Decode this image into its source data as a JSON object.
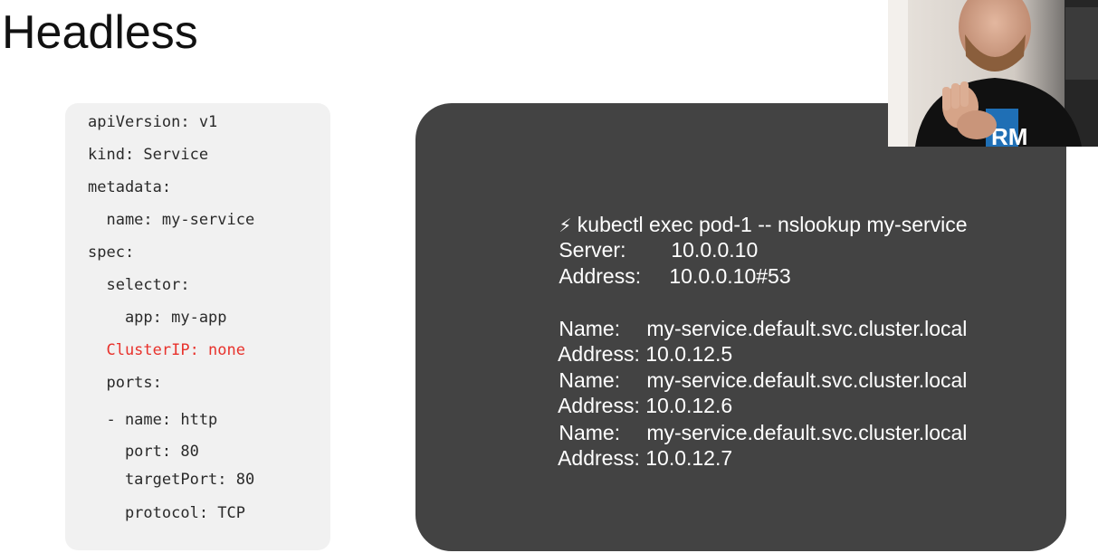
{
  "slide": {
    "title": "Headless"
  },
  "yaml": {
    "lines": [
      "apiVersion: v1",
      "kind: Service",
      "metadata:",
      "  name: my-service",
      "spec:",
      "  selector:",
      "    app: my-app",
      "  ClusterIP: none",
      "  ports:",
      "  - name: http",
      "    port: 80",
      "    targetPort: 80",
      "    protocol: TCP"
    ]
  },
  "terminal": {
    "prompt_symbol": "⚡",
    "command": " kubectl exec pod-1 -- nslookup my-service",
    "server_label": "Server:",
    "server_value": "10.0.0.10",
    "address_label": "Address:",
    "address_value": "10.0.0.10#53",
    "records": [
      {
        "name_label": "Name:",
        "name_value": "my-service.default.svc.cluster.local",
        "address_label": "Address:",
        "address_value": "10.0.12.5"
      },
      {
        "name_label": "Name:",
        "name_value": "my-service.default.svc.cluster.local",
        "address_label": "Address:",
        "address_value": "10.0.12.6"
      },
      {
        "name_label": "Name:",
        "name_value": "my-service.default.svc.cluster.local",
        "address_label": "Address:",
        "address_value": "10.0.12.7"
      }
    ]
  },
  "colors": {
    "highlight": "#e8322c",
    "terminal_bg": "#434343",
    "code_bg": "#f1f1f1"
  }
}
